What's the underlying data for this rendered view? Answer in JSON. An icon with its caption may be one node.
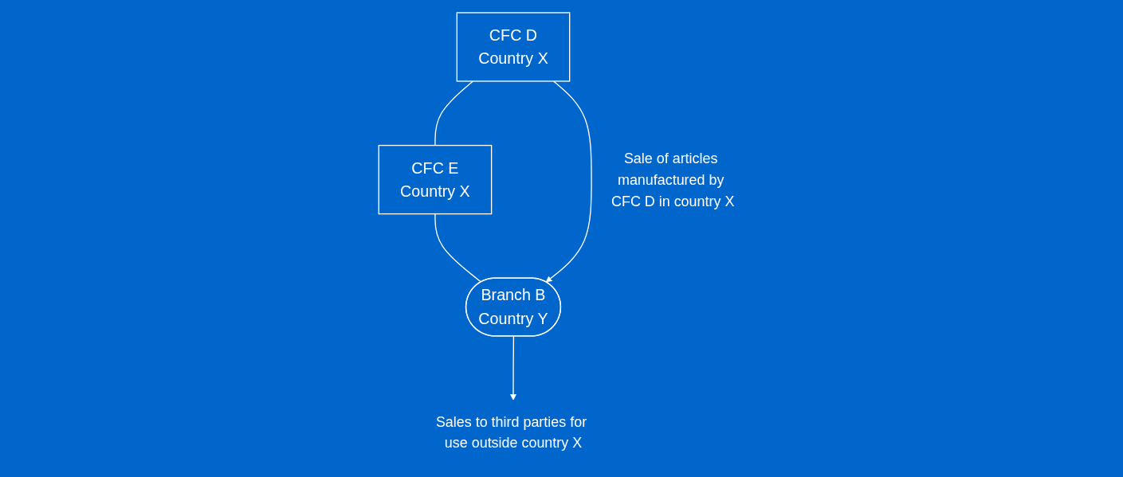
{
  "diagram": {
    "nodes": [
      {
        "text": [
          "CFC D",
          "Country X"
        ]
      },
      {
        "text": [
          "CFC E",
          "Country X"
        ]
      },
      {
        "text": [
          "Branch B",
          "Country Y"
        ]
      },
      {
        "text": [
          "Sales to third parties for use outside country X"
        ]
      }
    ],
    "edges": [
      {
        "from": 0,
        "to": 1,
        "arrow": "none"
      },
      {
        "from": 1,
        "to": 2,
        "arrow": "none"
      },
      {
        "from": 0,
        "to": 2,
        "arrow": "to",
        "label": "Sale of articles manufactured by CFC D in country X"
      },
      {
        "from": 2,
        "to": 3,
        "arrow": "to"
      }
    ]
  }
}
